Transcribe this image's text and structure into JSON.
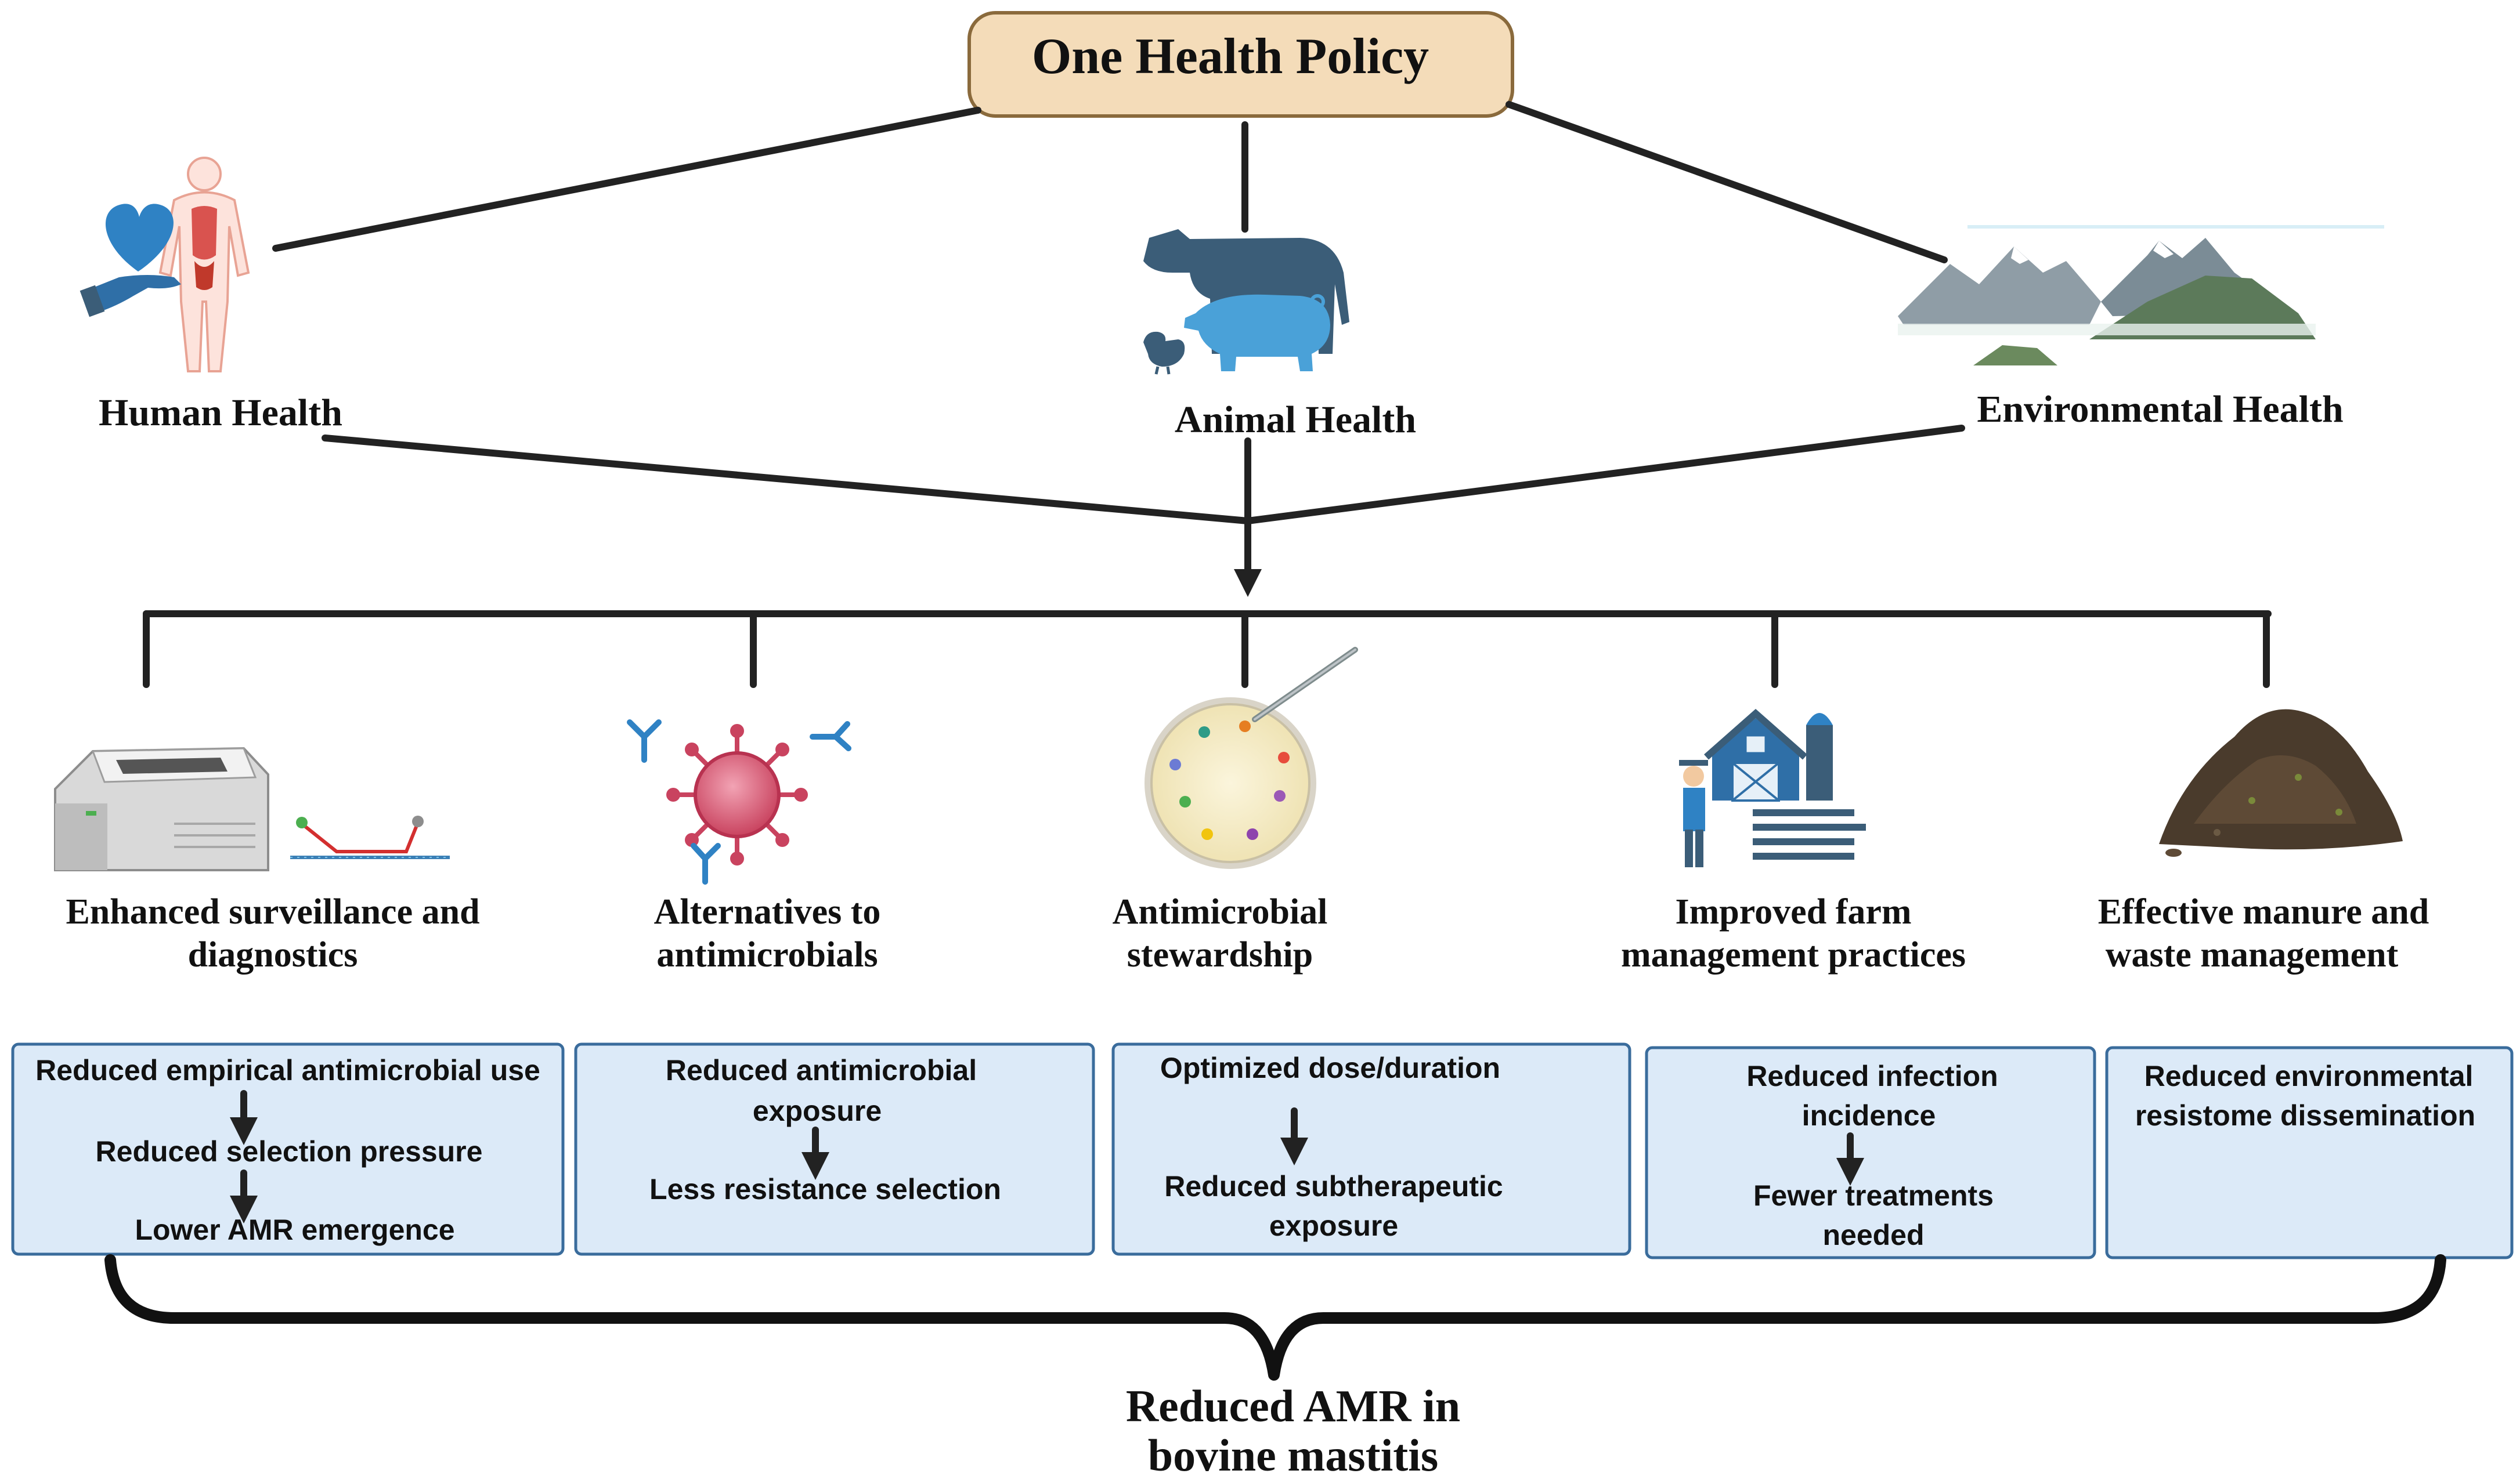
{
  "title": "One Health Policy",
  "domains": [
    {
      "label": "Human Health",
      "icon": "human-health-icon"
    },
    {
      "label": "Animal Health",
      "icon": "livestock-icon"
    },
    {
      "label": "Environmental Health",
      "icon": "mountain-landscape-icon"
    }
  ],
  "strategies": [
    {
      "line1": "Enhanced surveillance and",
      "line2": "diagnostics",
      "icon": "pcr-diagnostic-icon",
      "box": [
        "Reduced empirical antimicrobial use",
        "Reduced selection pressure",
        "Lower AMR emergence"
      ]
    },
    {
      "line1": "Alternatives to",
      "line2": "antimicrobials",
      "icon": "virus-antibody-icon",
      "box": [
        "Reduced antimicrobial",
        "exposure",
        "Less resistance selection"
      ]
    },
    {
      "line1": "Antimicrobial",
      "line2": "stewardship",
      "icon": "petri-dish-icon",
      "box": [
        "Optimized dose/duration",
        "Reduced subtherapeutic",
        "exposure"
      ]
    },
    {
      "line1": "Improved farm",
      "line2": "management practices",
      "icon": "farm-barn-icon",
      "box": [
        "Reduced infection",
        "incidence",
        "Fewer treatments",
        "needed"
      ]
    },
    {
      "line1": "Effective manure and",
      "line2": "waste management",
      "icon": "manure-pile-icon",
      "box": [
        "Reduced environmental",
        "resistome dissemination"
      ]
    }
  ],
  "outcome": {
    "line1": "Reduced AMR in",
    "line2": "bovine mastitis"
  },
  "colors": {
    "title_fill": "#f4dcb9",
    "title_stroke": "#8a6a3c",
    "box_fill": "#dceaf8",
    "box_stroke": "#3a6c9c",
    "icon_blue": "#2f6fa7",
    "icon_dark": "#3b5d78"
  }
}
